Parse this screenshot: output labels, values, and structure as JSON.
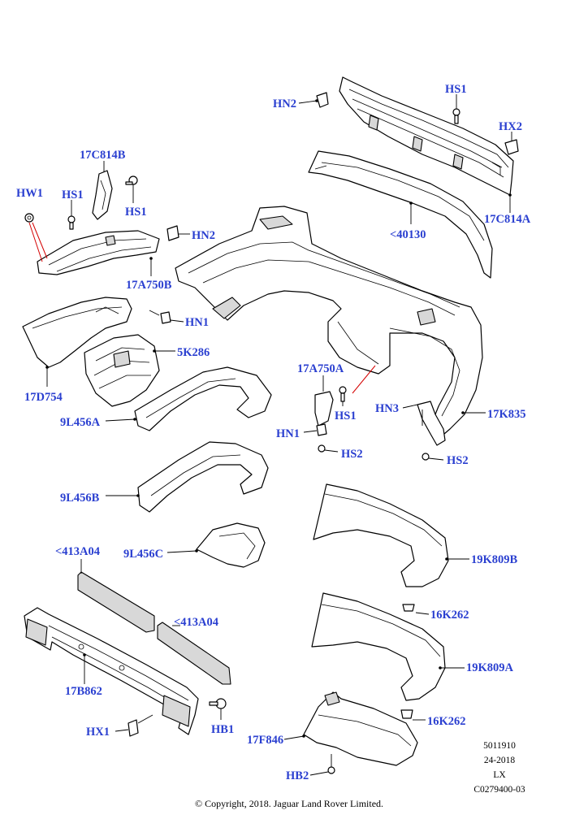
{
  "callouts": {
    "hn2_top": "HN2",
    "hs1_top": "HS1",
    "hx2": "HX2",
    "c17c814a": "17C814A",
    "c40130": "<40130",
    "c17c814b": "17C814B",
    "hw1": "HW1",
    "hs1_left": "HS1",
    "hs1_left2": "HS1",
    "hn2_mid": "HN2",
    "c17a750b": "17A750B",
    "hn1_left": "HN1",
    "c5k286": "5K286",
    "c17d754": "17D754",
    "c9l456a": "9L456A",
    "c17a750a": "17A750A",
    "hs1_mid": "HS1",
    "hn3": "HN3",
    "c17k835": "17K835",
    "hn1_mid": "HN1",
    "hs2_mid": "HS2",
    "hs2_right": "HS2",
    "c9l456b": "9L456B",
    "c413a04_a": "<413A04",
    "c9l456c": "9L456C",
    "c19k809b": "19K809B",
    "c16k262_a": "16K262",
    "c413a04_b": "<413A04",
    "c17b862": "17B862",
    "c19k809a": "19K809A",
    "hx1": "HX1",
    "hb1": "HB1",
    "c16k262_b": "16K262",
    "c17f846": "17F846",
    "hb2": "HB2"
  },
  "meta": {
    "line1": "5011910",
    "line2": "24-2018",
    "line3": "LX",
    "line4": "C0279400-03"
  },
  "copyright": "© Copyright, 2018. Jaguar Land Rover Limited."
}
